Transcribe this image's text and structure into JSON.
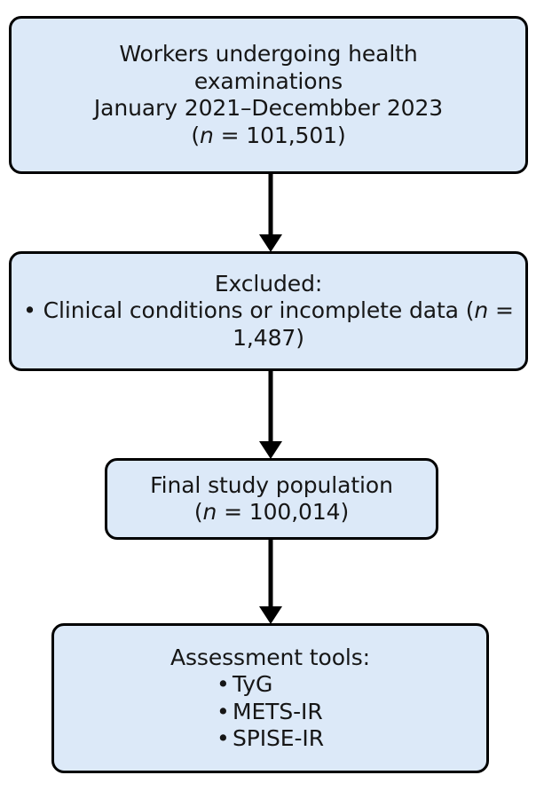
{
  "diagram": {
    "type": "study-flow-diagram",
    "orientation": "vertical",
    "colors": {
      "node_fill": "#dce9f8",
      "node_border": "#000000",
      "text": "#161616",
      "arrow": "#000000",
      "background": "#ffffff"
    },
    "nodes": [
      {
        "id": "enrollment",
        "name": "Workers undergoing health examinations",
        "lines": [
          "Workers undergoing health",
          "examinations",
          "January 2021–Decembber 2023"
        ],
        "count_prefix": "(",
        "count_symbol": "n",
        "count_equals": " = ",
        "count_value": "101,501",
        "count_suffix": ")"
      },
      {
        "id": "excluded",
        "name": "Excluded",
        "heading": "Excluded:",
        "bullet": "•",
        "item_text": " Clinical conditions or incomplete data (",
        "count_symbol": "n",
        "count_equals": " = ",
        "count_value": "1,487",
        "count_suffix": ")"
      },
      {
        "id": "final-population",
        "name": "Final study population",
        "lines": [
          "Final study population"
        ],
        "count_prefix": "(",
        "count_symbol": "n",
        "count_equals": " = ",
        "count_value": "100,014",
        "count_suffix": ")"
      },
      {
        "id": "assessment-tools",
        "name": "Assessment tools",
        "heading": "Assessment tools:",
        "bullet": "•",
        "items": [
          "TyG",
          "METS-IR",
          "SPISE-IR"
        ]
      }
    ],
    "arrows": [
      {
        "id": "arrow-1",
        "name": "arrow-enrollment-to-excluded",
        "direction": "down"
      },
      {
        "id": "arrow-2",
        "name": "arrow-excluded-to-final-population",
        "direction": "down"
      },
      {
        "id": "arrow-3",
        "name": "arrow-final-population-to-assessment-tools",
        "direction": "down"
      }
    ]
  }
}
